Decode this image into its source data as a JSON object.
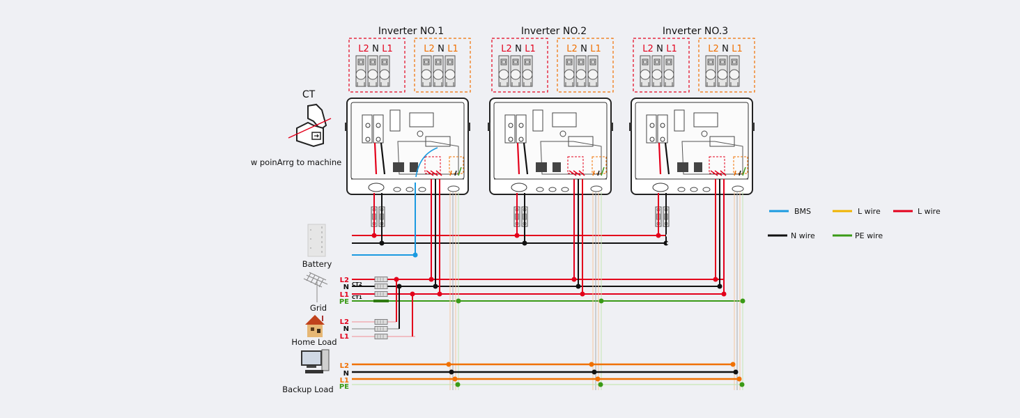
{
  "title": "Parallel inverter wiring diagram",
  "colors": {
    "background": "#eff0f4",
    "red": "#e3001b",
    "orange": "#f07000",
    "black": "#111111",
    "green": "#3a9a16",
    "blue": "#1a9ae0",
    "yellow": "#f0b400",
    "grey": "#555555"
  },
  "inverters": [
    {
      "title": "Inverter NO.1",
      "grid_terminals": [
        "L2",
        "N",
        "L1"
      ],
      "backup_terminals": [
        "L2",
        "N",
        "L1"
      ]
    },
    {
      "title": "Inverter NO.2",
      "grid_terminals": [
        "L2",
        "N",
        "L1"
      ],
      "backup_terminals": [
        "L2",
        "N",
        "L1"
      ]
    },
    {
      "title": "Inverter NO.3",
      "grid_terminals": [
        "L2",
        "N",
        "L1"
      ],
      "backup_terminals": [
        "L2",
        "N",
        "L1"
      ]
    }
  ],
  "ct": {
    "title": "CT",
    "caption": "w poinArrg to machine"
  },
  "devices": {
    "battery": "Battery",
    "grid": "Grid",
    "home_load": "Home Load",
    "backup_load": "Backup Load"
  },
  "grid_bus_labels": [
    "L2",
    "N",
    "L1",
    "PE"
  ],
  "ct_labels": [
    "CT2",
    "CT1"
  ],
  "home_bus_labels": [
    "L2",
    "N",
    "L1"
  ],
  "backup_bus_labels": [
    "L2",
    "N",
    "L1",
    "PE"
  ],
  "legend": [
    {
      "label": "BMS",
      "color": "#1a9ae0"
    },
    {
      "label": "L wire",
      "color": "#f0b400"
    },
    {
      "label": "L wire",
      "color": "#e3001b"
    },
    {
      "label": "N wire",
      "color": "#111111"
    },
    {
      "label": "PE wire",
      "color": "#3a9a16"
    }
  ]
}
